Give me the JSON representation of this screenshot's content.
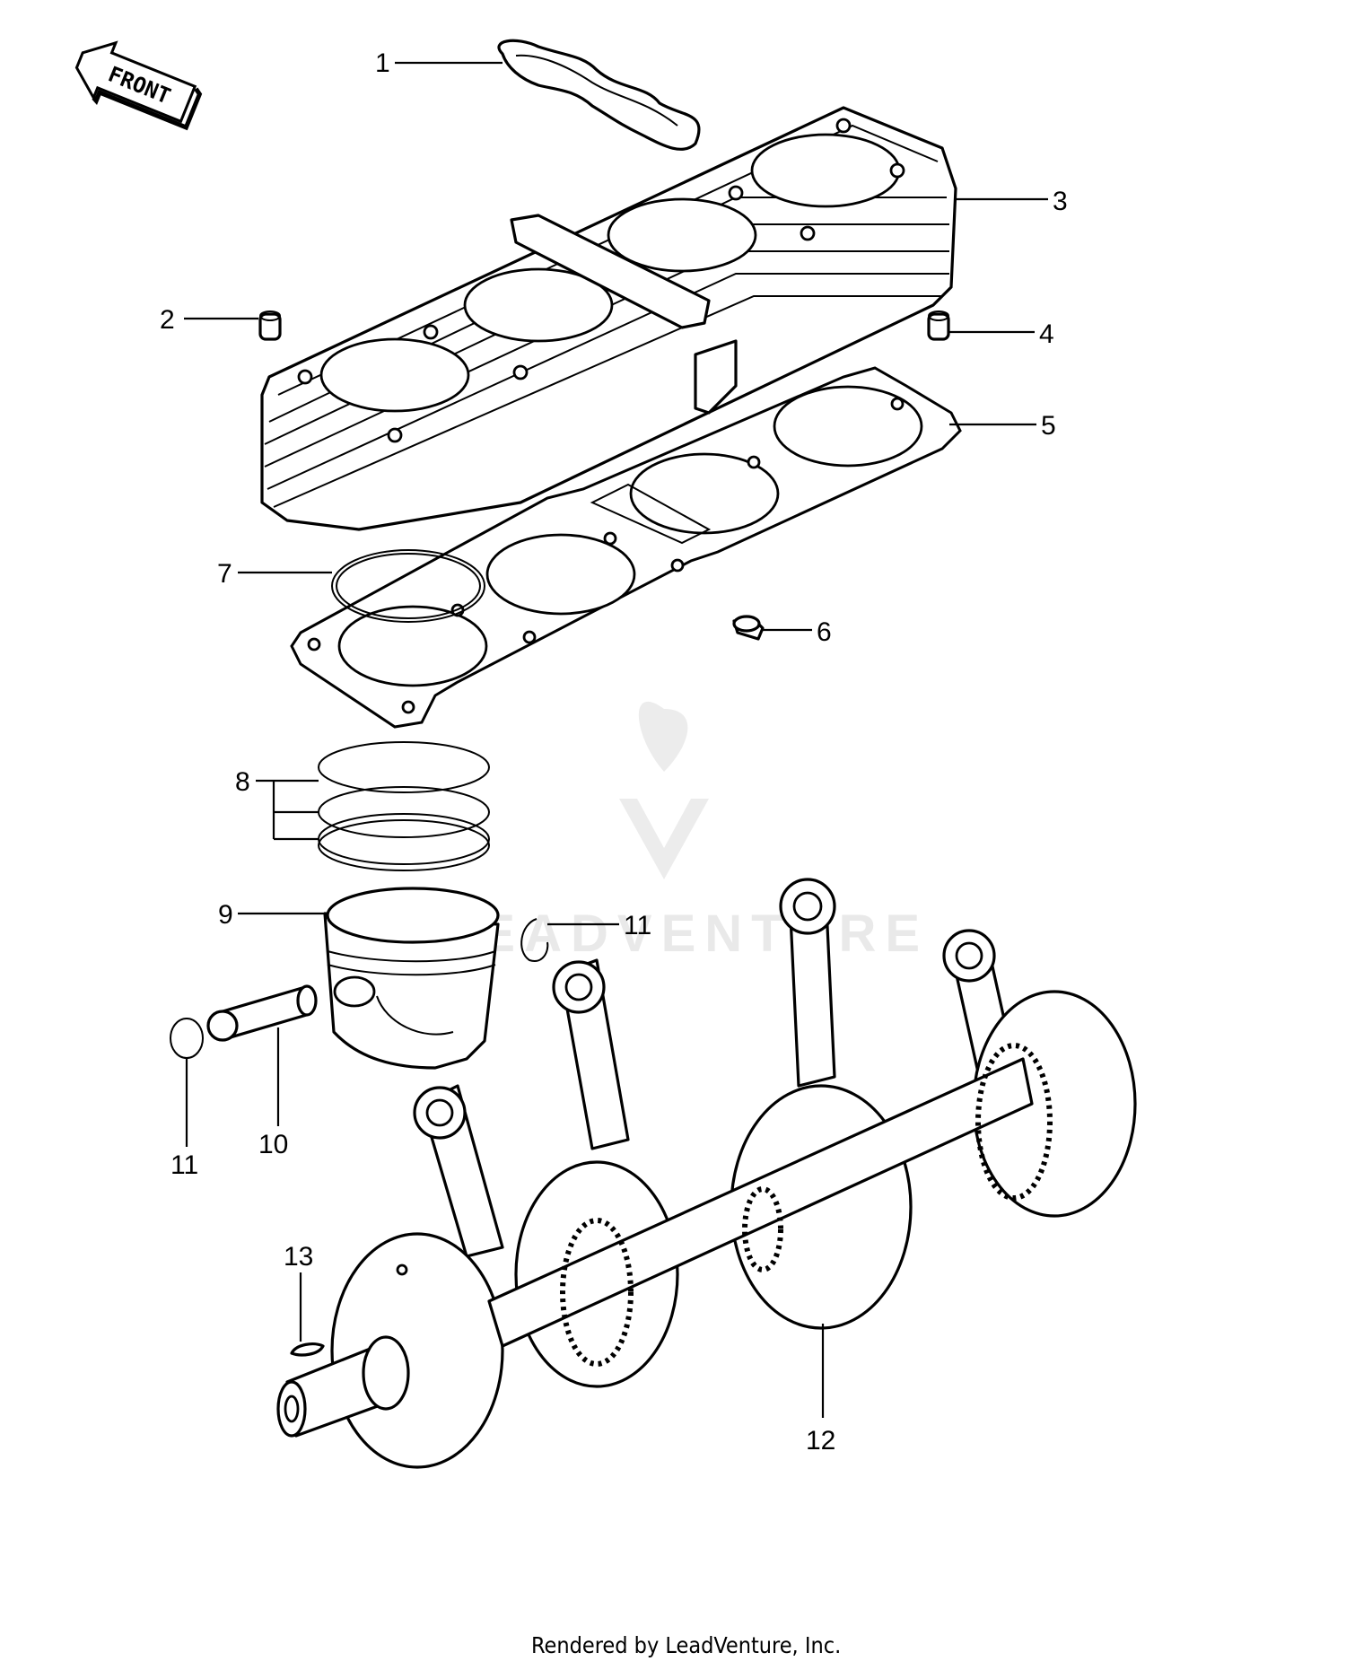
{
  "front_arrow": {
    "text": "FRONT"
  },
  "labels": {
    "1": "1",
    "2": "2",
    "3": "3",
    "4": "4",
    "5": "5",
    "6": "6",
    "7": "7",
    "8": "8",
    "9": "9",
    "10": "10",
    "11a": "11",
    "11b": "11",
    "12": "12",
    "13": "13"
  },
  "watermark": {
    "text": "LEADVENTURE"
  },
  "footer": {
    "text": "Rendered by LeadVenture, Inc."
  }
}
